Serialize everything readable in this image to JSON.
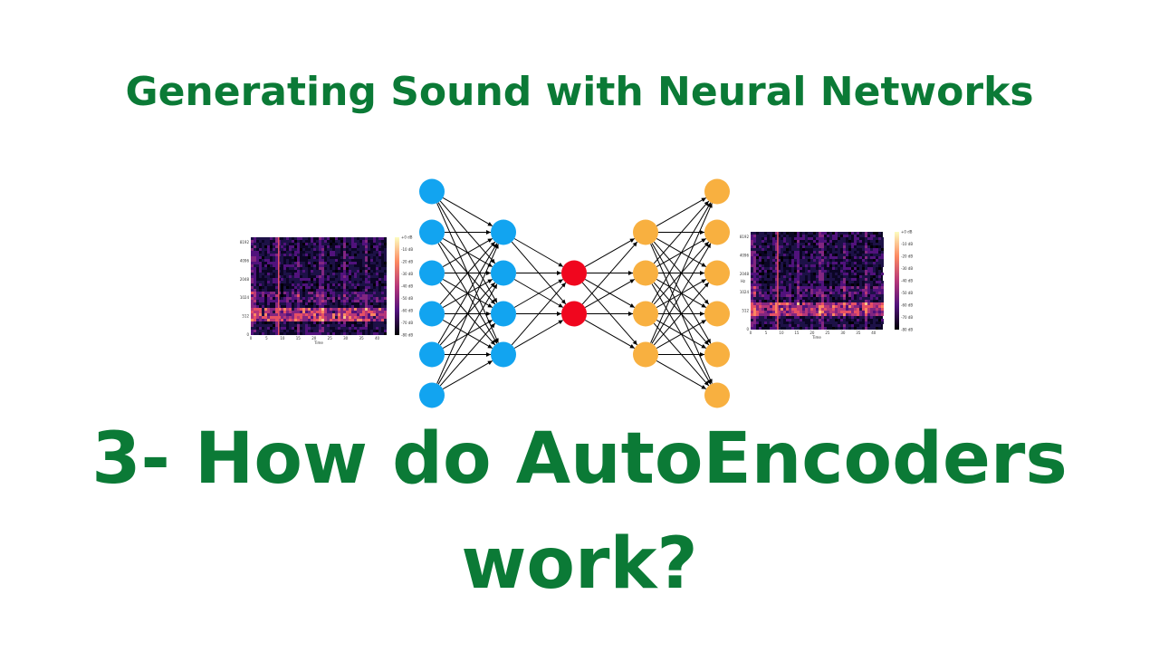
{
  "header": {
    "title": "Generating Sound with Neural Networks"
  },
  "main": {
    "line1": "3- How do AutoEncoders",
    "line2": "work?"
  },
  "colors": {
    "title_green": "#0b7a36",
    "input_nodes": "#12a4f0",
    "bottleneck_nodes": "#f0061e",
    "output_nodes": "#f8b040"
  },
  "network": {
    "layers": [
      6,
      4,
      2,
      4,
      6
    ]
  },
  "spectrogram": {
    "y_ticks": [
      "0",
      "512",
      "1024",
      "2048",
      "4096",
      "8192"
    ],
    "x_ticks": [
      "0",
      "5",
      "10",
      "15",
      "20",
      "25",
      "30",
      "35",
      "40"
    ],
    "x_label": "Time",
    "y_label": "Hz",
    "colorbar_ticks": [
      "+0 dB",
      "-10 dB",
      "-20 dB",
      "-30 dB",
      "-40 dB",
      "-50 dB",
      "-60 dB",
      "-70 dB",
      "-80 dB"
    ]
  }
}
